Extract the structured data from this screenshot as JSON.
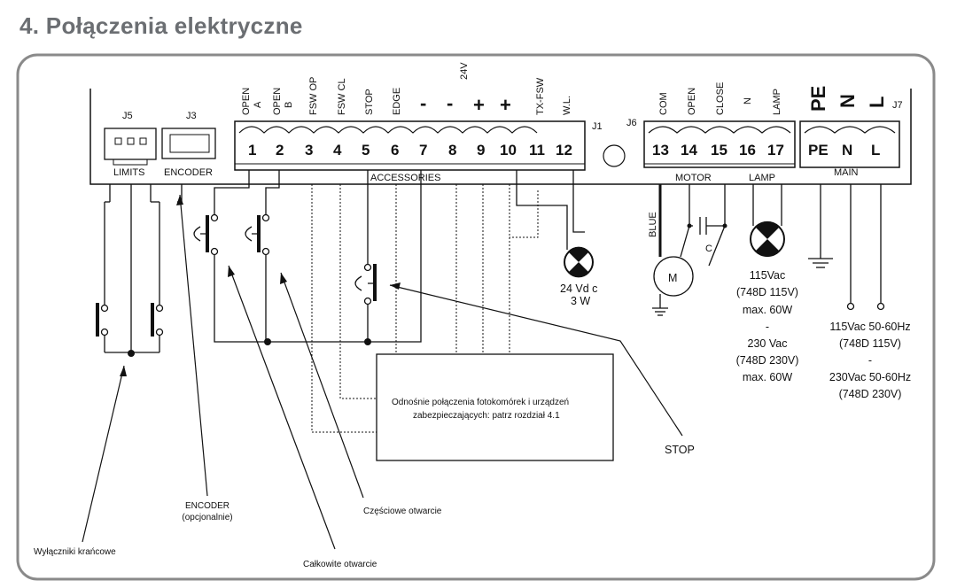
{
  "title": "4. Połączenia elektryczne",
  "headers": {
    "j5": "J5",
    "j3": "J3",
    "j1": "J1",
    "j6": "J6",
    "j7": "J7",
    "v24": "24V",
    "minus": "-",
    "plus": "+",
    "open_a": [
      "OPEN",
      "A"
    ],
    "open_b": [
      "OPEN",
      "B"
    ],
    "fsw_op": "FSW OP",
    "fsw_cl": "FSW CL",
    "stop": "STOP",
    "edge": "EDGE",
    "tx_fsw": "TX-FSW",
    "wl": "W.L.",
    "com": "COM",
    "open": "OPEN",
    "close": "CLOSE",
    "n": "N",
    "lamp": "LAMP",
    "pe": "PE",
    "n_big": "N",
    "l_big": "L"
  },
  "terminals_j1": [
    "1",
    "2",
    "3",
    "4",
    "5",
    "6",
    "7",
    "8",
    "9",
    "10",
    "11",
    "12"
  ],
  "terminals_j6": [
    "13",
    "14",
    "15",
    "16",
    "17"
  ],
  "terminals_j7": [
    "PE",
    "N",
    "L"
  ],
  "group_labels": {
    "limits": "LIMITS",
    "encoder": "ENCODER",
    "accessories": "ACCESSORIES",
    "motor": "MOTOR",
    "lamp": "LAMP",
    "main": "MAIN"
  },
  "wiring": {
    "blue": "BLUE",
    "c": "C",
    "m": "M",
    "lamp24": [
      "24 Vd c",
      "3 W"
    ],
    "lamp_spec": [
      "115Vac",
      "(748D 115V)",
      "max. 60W",
      "-",
      "230 Vac",
      "(748D 230V)",
      "max. 60W"
    ],
    "main_spec": [
      "115Vac 50-60Hz",
      "(748D 115V)",
      "-",
      "230Vac 50-60Hz",
      "(748D 230V)"
    ]
  },
  "note": [
    "Odnośnie połączenia fotokomórek i urządzeń",
    "zabezpieczających: patrz rozdział 4.1"
  ],
  "callouts": {
    "stop": "STOP",
    "encoder": [
      "ENCODER",
      "(opcjonalnie)"
    ],
    "partial": "Częściowe otwarcie",
    "limits": "Wyłączniki krańcowe",
    "full": "Całkowite otwarcie"
  },
  "colors": {
    "frame": "#8a8a8a",
    "title": "#6b6e72",
    "ink": "#111111"
  }
}
